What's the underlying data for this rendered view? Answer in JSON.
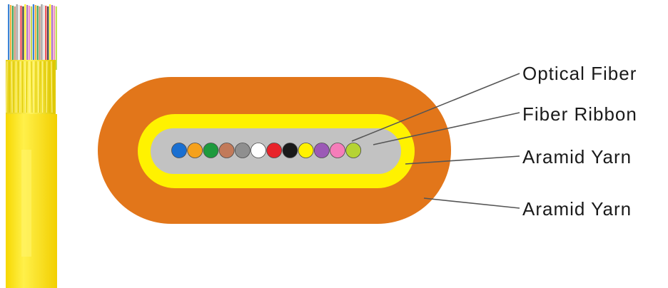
{
  "labels": {
    "optical_fiber": "Optical Fiber",
    "fiber_ribbon": "Fiber Ribbon",
    "aramid_yarn_inner": "Aramid Yarn",
    "aramid_yarn_outer": "Aramid Yarn"
  },
  "colors": {
    "outer_jacket": "#e2761a",
    "aramid_layer": "#fff200",
    "ribbon_matrix": "#c2c2c2",
    "cable_body": "#ffe81a",
    "leader_line": "#555555"
  },
  "fiber_colors": [
    "#1a6fd1",
    "#f5a11c",
    "#1e9a3d",
    "#c27a5a",
    "#8f8f8f",
    "#ffffff",
    "#e8232a",
    "#1a1a1a",
    "#fff200",
    "#9b59b6",
    "#f57dba",
    "#b5d334"
  ]
}
